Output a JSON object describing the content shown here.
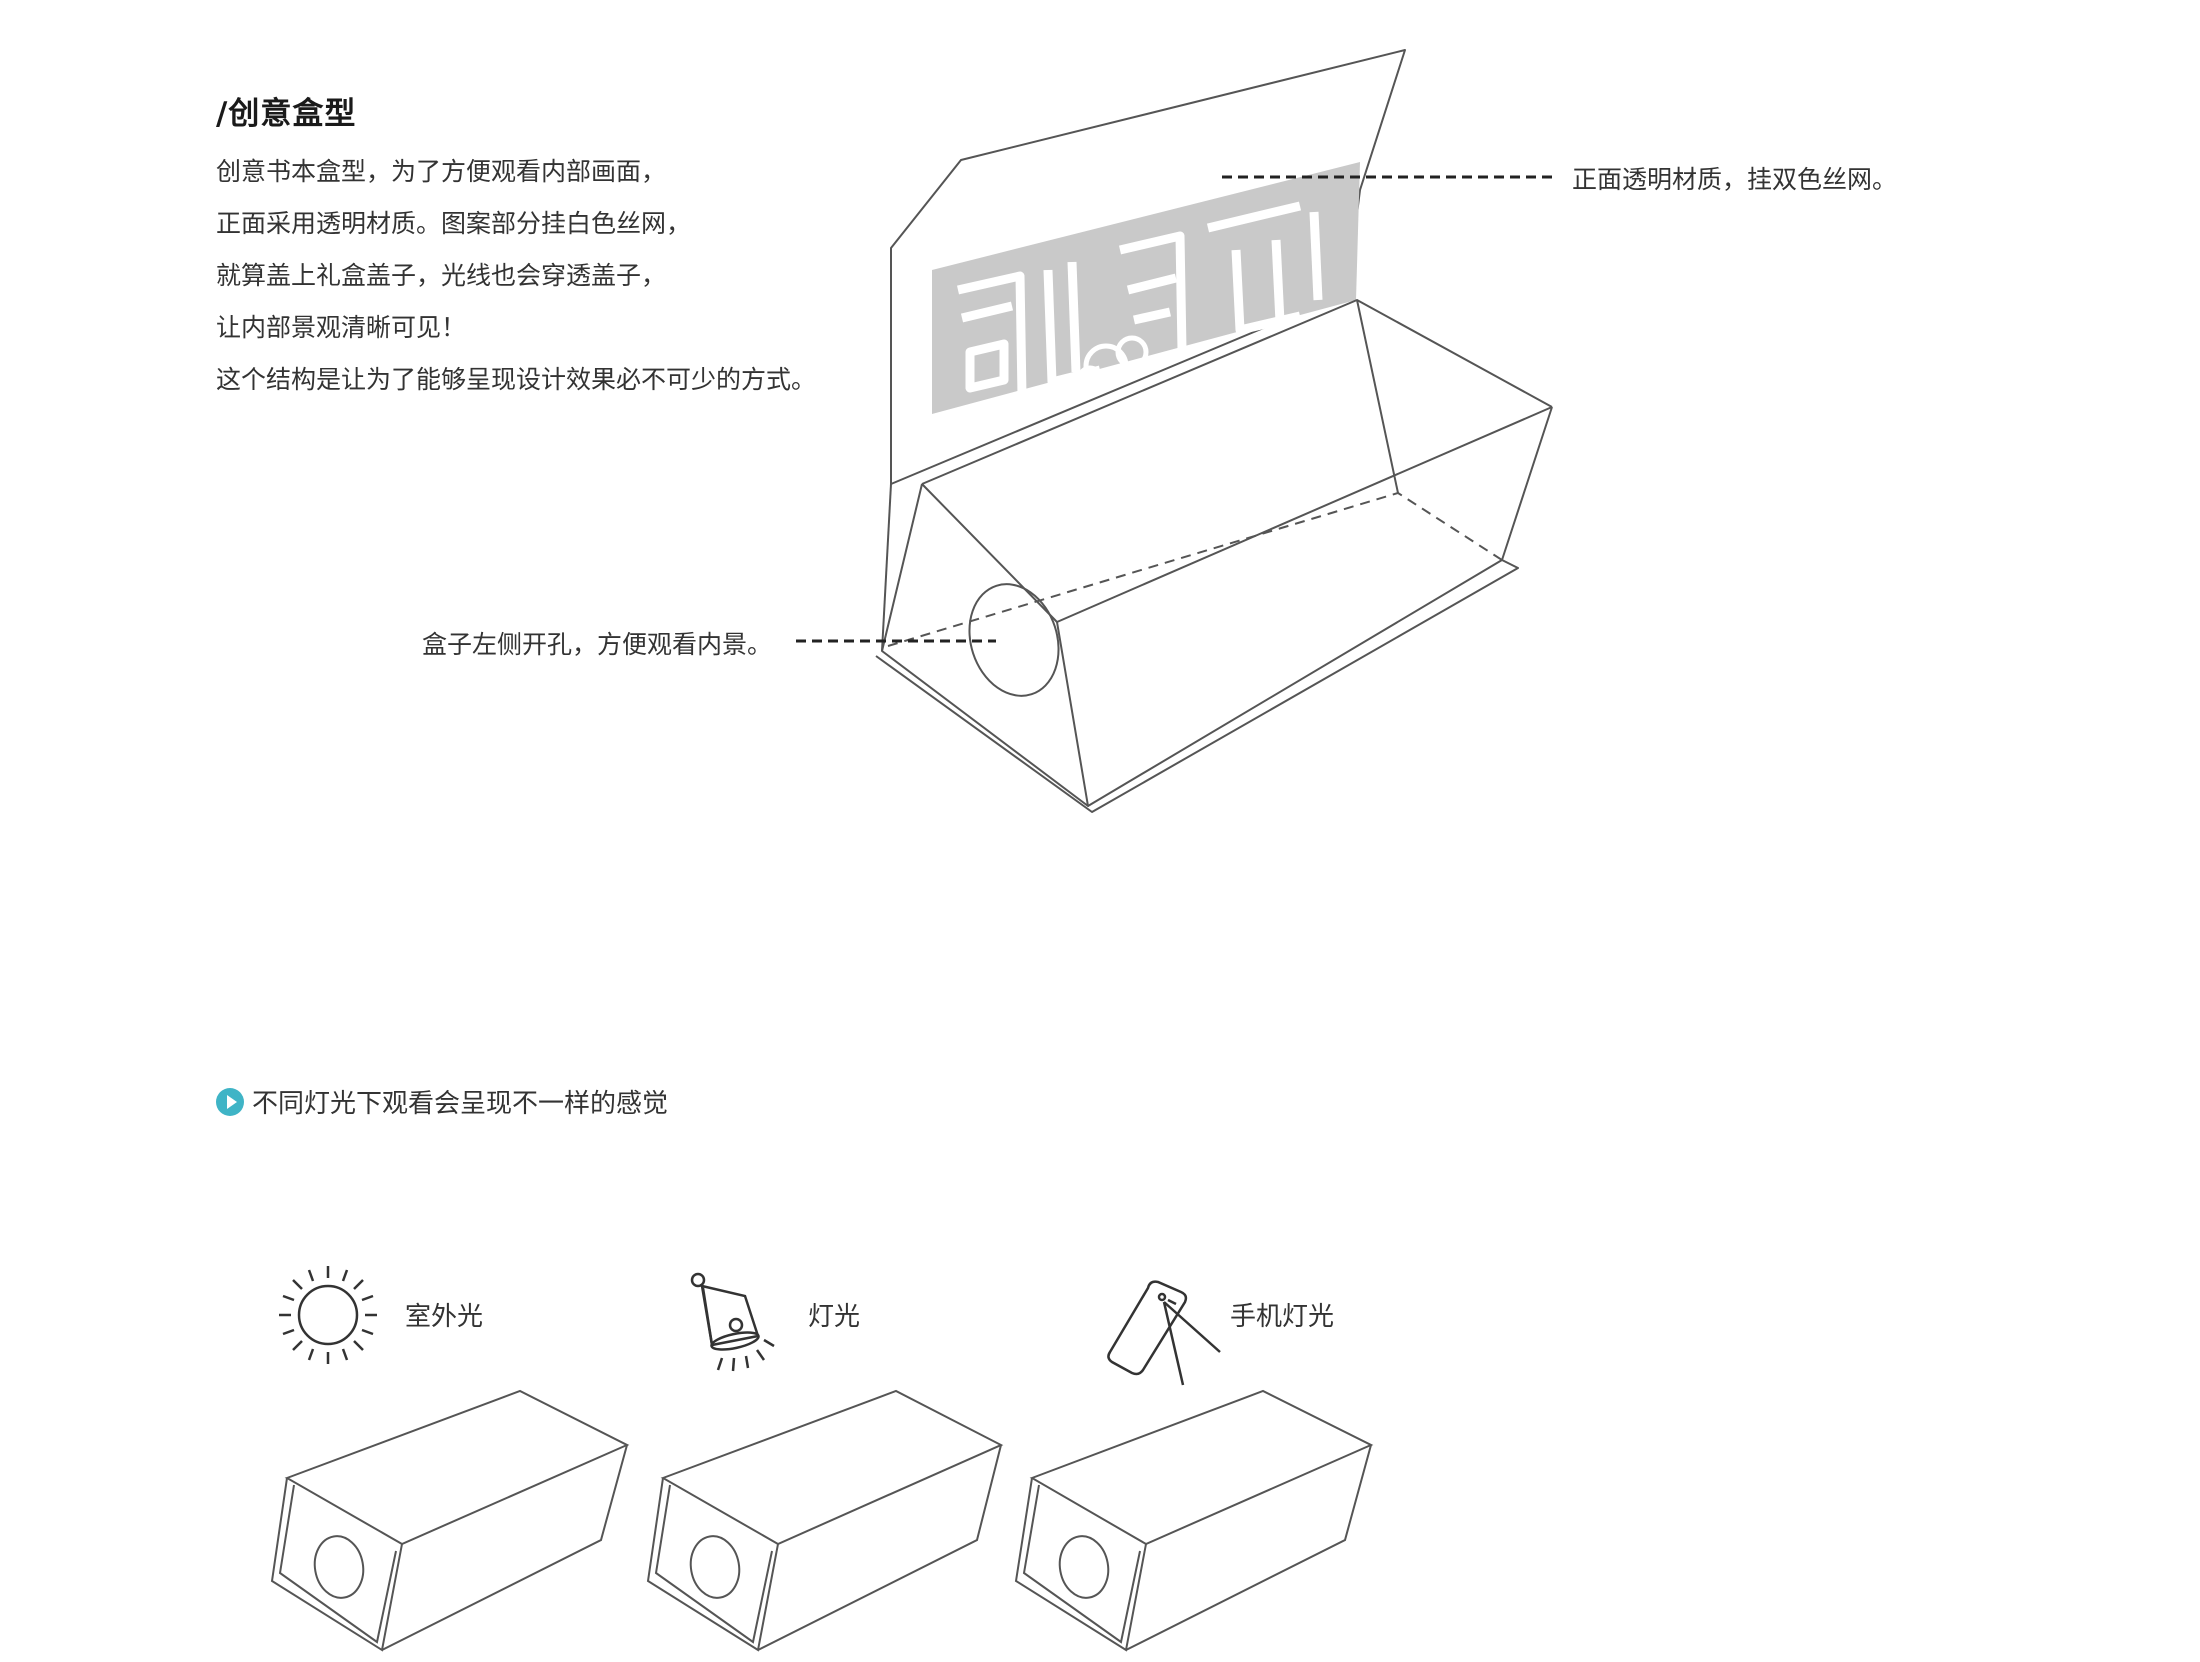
{
  "section1": {
    "title": "/创意盒型",
    "description_lines": [
      "创意书本盒型，为了方便观看内部画面，",
      "正面采用透明材质。图案部分挂白色丝网，",
      "就算盖上礼盒盖子，光线也会穿透盖子，",
      "让内部景观清晰可见！",
      "这个结构是让为了能够呈现设计效果必不可少的方式。"
    ],
    "callout_front": "正面透明材质，挂双色丝网。",
    "callout_side": "盒子左侧开孔，方便观看内景。"
  },
  "section2": {
    "heading": "不同灯光下观看会呈现不一样的感觉",
    "heading_icon": "play-circle-icon",
    "lights": [
      {
        "label": "室外光",
        "icon": "sun-icon"
      },
      {
        "label": "灯光",
        "icon": "lamp-icon"
      },
      {
        "label": "手机灯光",
        "icon": "phone-light-icon"
      }
    ]
  },
  "colors": {
    "line": "#555555",
    "pattern_fill": "#c9c9c9",
    "accent": "#3fb4c6",
    "text": "#333333"
  }
}
